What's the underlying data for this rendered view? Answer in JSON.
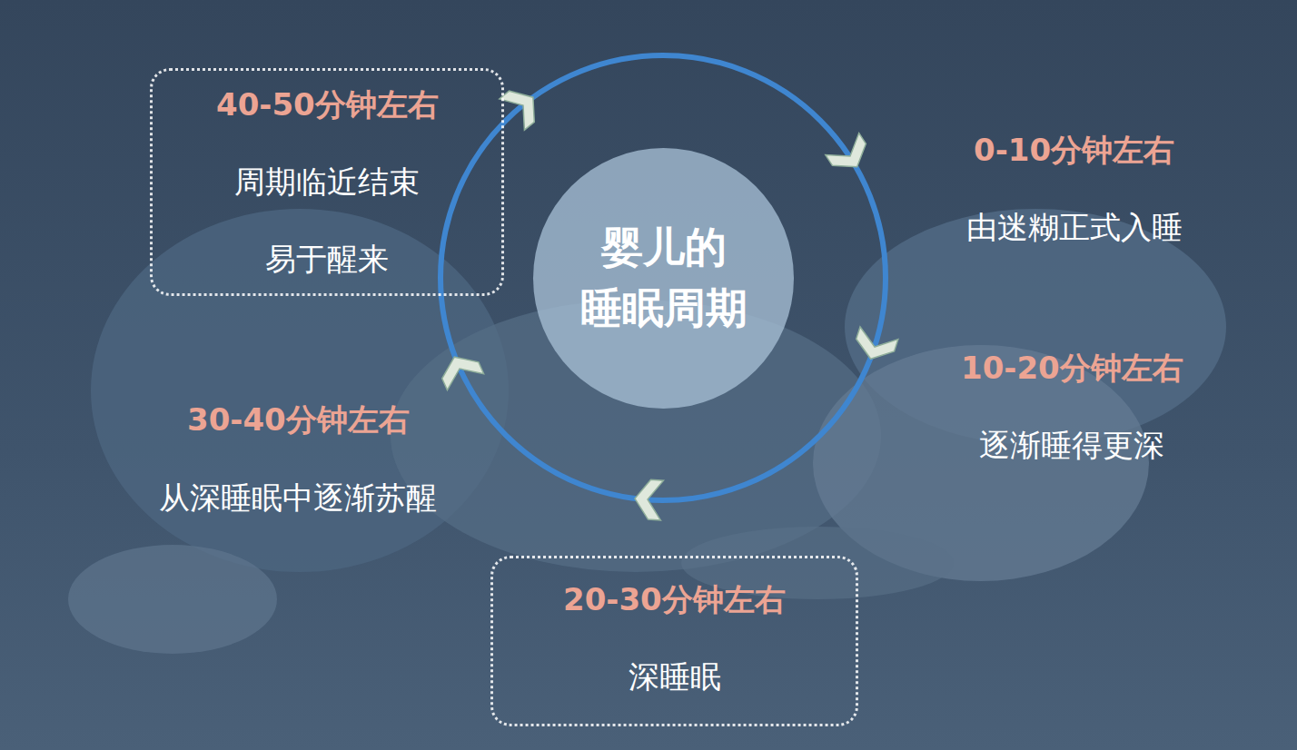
{
  "diagram": {
    "nodes": [
      {
        "text": [
          "40-50分钟左右",
          "周期临近结束",
          "易于醒来"
        ]
      },
      {
        "text": [
          "婴儿的 睡眠周期"
        ]
      },
      {
        "text": [
          "20-30分钟左右",
          "深睡眠"
        ]
      }
    ],
    "labels": [
      "0-10分钟左右",
      "由迷糊正式入睡",
      "10-20分钟左右",
      "逐渐睡得更深",
      "30-40分钟左右",
      "从深睡眠中逐渐苏醒"
    ]
  }
}
